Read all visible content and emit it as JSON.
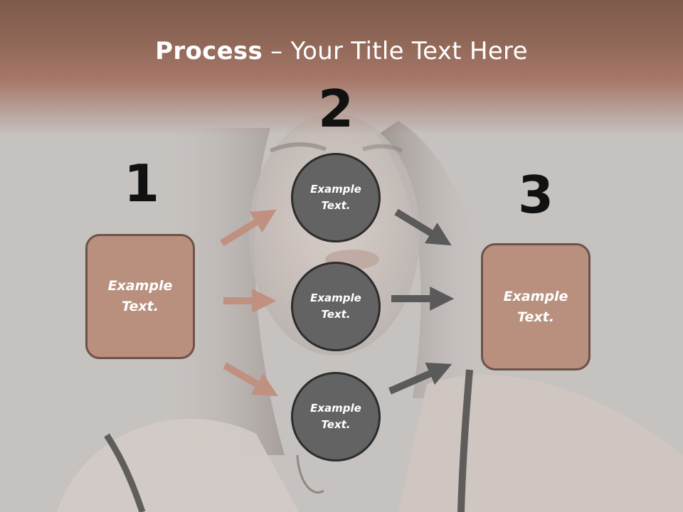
{
  "title": {
    "bold": "Process",
    "separator": " – ",
    "rest": "Your Title Text Here"
  },
  "steps": [
    {
      "number": "1",
      "text": "Example\nText."
    },
    {
      "number": "2",
      "items": [
        "Example\nText.",
        "Example\nText.",
        "Example\nText."
      ]
    },
    {
      "number": "3",
      "text": "Example\nText."
    }
  ],
  "colors": {
    "box_fill": "#b9907e",
    "box_border": "#6c5349",
    "circle_fill": "#636363",
    "circle_border": "#2d2d2d",
    "arrow_in": "#c09080",
    "arrow_out": "#5a5a5a",
    "title_band": "#a8786a"
  }
}
